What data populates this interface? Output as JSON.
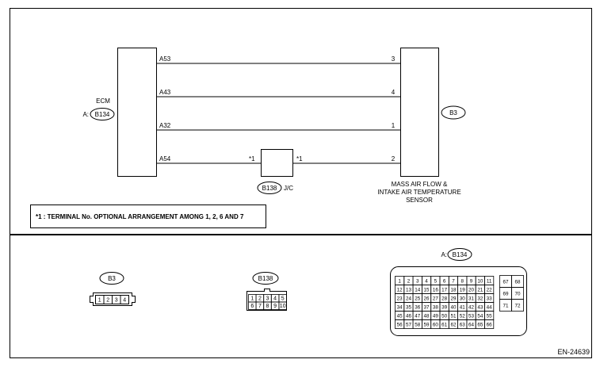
{
  "ecm": {
    "label": "ECM",
    "prefix": "A:",
    "connector": "B134"
  },
  "wires": [
    {
      "ecm_pin": "A53",
      "sensor_pin": "3"
    },
    {
      "ecm_pin": "A43",
      "sensor_pin": "4"
    },
    {
      "ecm_pin": "A32",
      "sensor_pin": "1"
    },
    {
      "ecm_pin": "A54",
      "sensor_pin": "2"
    }
  ],
  "jc": {
    "connector": "B138",
    "label": "J/C",
    "mark_left": "*1",
    "mark_right": "*1"
  },
  "sensor": {
    "connector": "B3",
    "name_lines": [
      "MASS AIR FLOW &",
      "INTAKE AIR TEMPERATURE",
      "SENSOR"
    ]
  },
  "note": "*1 : TERMINAL No. OPTIONAL ARRANGEMENT AMONG 1, 2, 6 AND 7",
  "connectors": {
    "b3": {
      "label": "B3",
      "pins": [
        "1",
        "2",
        "3",
        "4"
      ]
    },
    "b138": {
      "label": "B138",
      "rows": [
        [
          "1",
          "2",
          "3",
          "4",
          "5"
        ],
        [
          "6",
          "7",
          "8",
          "9",
          "10"
        ]
      ]
    },
    "b134": {
      "prefix": "A:",
      "label": "B134",
      "rows": [
        [
          "1",
          "2",
          "3",
          "4",
          "5",
          "6",
          "7",
          "8",
          "9",
          "10",
          "11"
        ],
        [
          "12",
          "13",
          "14",
          "15",
          "16",
          "17",
          "18",
          "19",
          "20",
          "21",
          "22"
        ],
        [
          "23",
          "24",
          "25",
          "26",
          "27",
          "28",
          "29",
          "30",
          "31",
          "32",
          "33"
        ],
        [
          "34",
          "35",
          "36",
          "37",
          "38",
          "39",
          "40",
          "41",
          "42",
          "43",
          "44"
        ],
        [
          "45",
          "46",
          "47",
          "48",
          "49",
          "50",
          "51",
          "52",
          "53",
          "54",
          "55"
        ],
        [
          "56",
          "57",
          "58",
          "59",
          "60",
          "61",
          "62",
          "63",
          "64",
          "65",
          "66"
        ]
      ],
      "side_rows": [
        [
          "67",
          "68"
        ],
        [
          "69",
          "70"
        ],
        [
          "71",
          "72"
        ]
      ]
    }
  },
  "figure_id": "EN-24639"
}
